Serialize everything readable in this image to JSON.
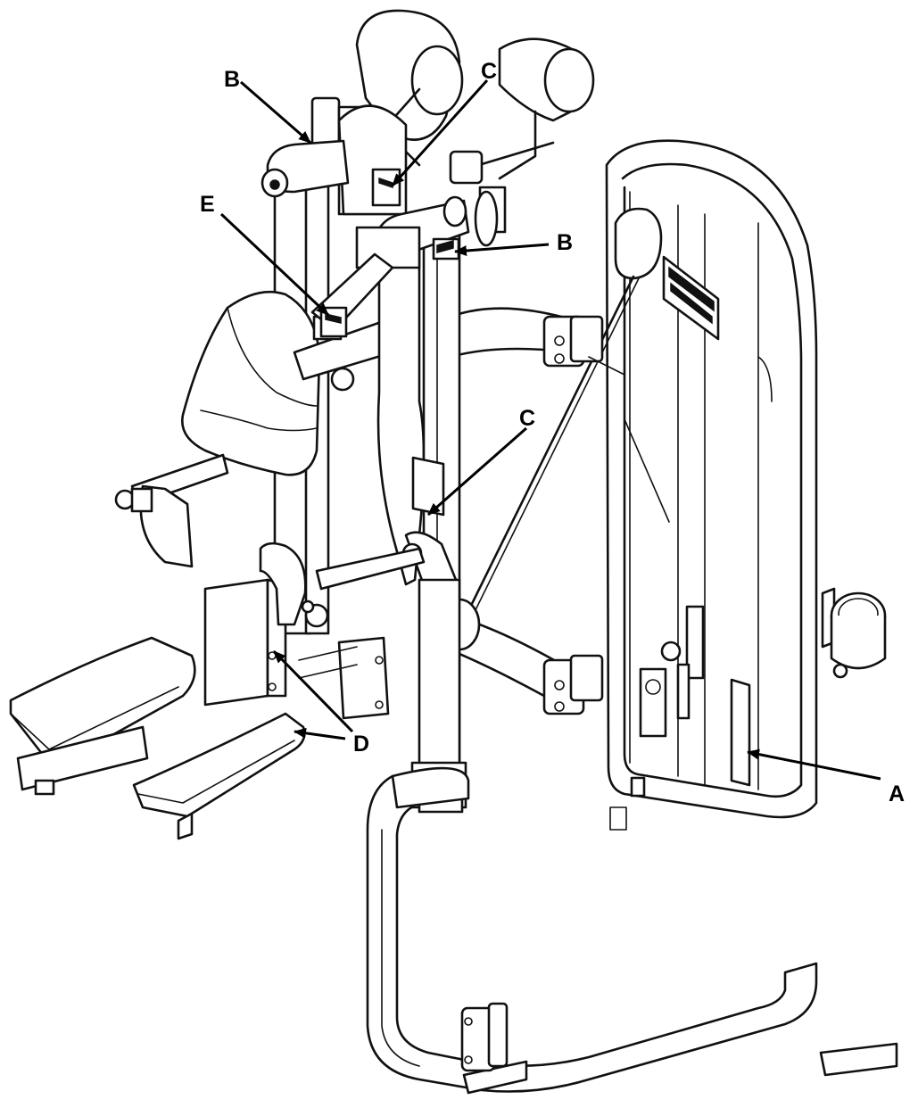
{
  "figure": {
    "callouts": [
      {
        "id": "B-top",
        "label": "B"
      },
      {
        "id": "C-top",
        "label": "C"
      },
      {
        "id": "E",
        "label": "E"
      },
      {
        "id": "B-right",
        "label": "B"
      },
      {
        "id": "C-mid",
        "label": "C"
      },
      {
        "id": "D",
        "label": "D"
      },
      {
        "id": "A",
        "label": "A"
      }
    ]
  }
}
